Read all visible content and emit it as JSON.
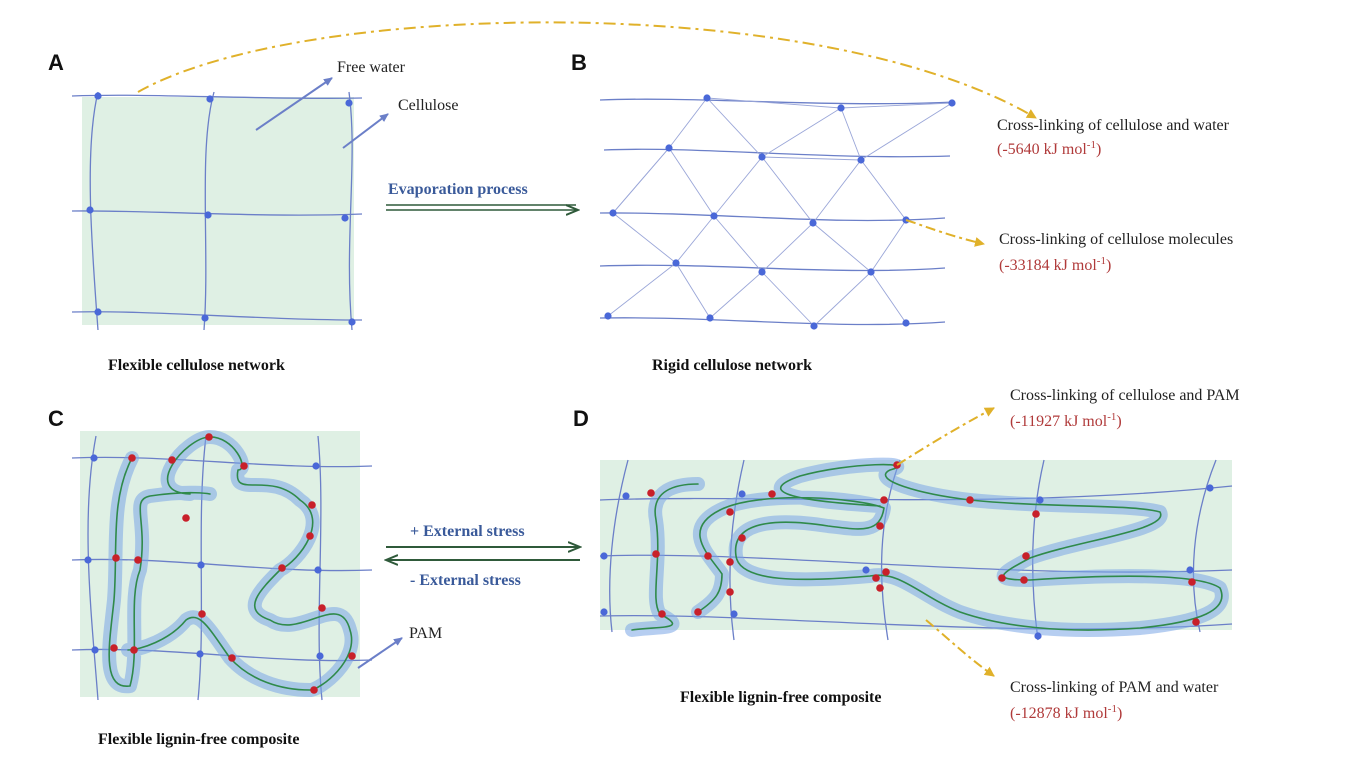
{
  "panels": {
    "a": {
      "letter": "A",
      "caption": "Flexible cellulose network",
      "label_free_water": "Free water",
      "label_cellulose": "Cellulose"
    },
    "b": {
      "letter": "B",
      "caption": "Rigid cellulose network",
      "label_cw": "Cross-linking of cellulose and water",
      "energy_cw_main": "(-5640 kJ mol",
      "energy_cw_sup": "-1",
      "energy_cw_end": ")",
      "label_cc": "Cross-linking of cellulose molecules",
      "energy_cc_main": "(-33184 kJ mol",
      "energy_cc_sup": "-1",
      "energy_cc_end": ")"
    },
    "c": {
      "letter": "C",
      "caption": "Flexible lignin-free composite",
      "label_pam": "PAM"
    },
    "d": {
      "letter": "D",
      "caption": "Flexible lignin-free composite",
      "label_cp": "Cross-linking of cellulose and PAM",
      "energy_cp_main": "(-11927 kJ mol",
      "energy_cp_sup": "-1",
      "energy_cp_end": ")",
      "label_pw": "Cross-linking of PAM and water",
      "energy_pw_main": "(-12878 kJ mol",
      "energy_pw_sup": "-1",
      "energy_pw_end": ")"
    }
  },
  "processes": {
    "evaporation": "Evaporation process",
    "plus_stress": "+ External stress",
    "minus_stress": "- External stress"
  },
  "colors": {
    "background_fill": "#dff0e4",
    "fiber": "#6b7fc8",
    "node_blue": "#4a68d8",
    "node_red": "#c8202a",
    "pam_glow": "#7aa6e6",
    "pam_core": "#2f8a4a",
    "process_arrow": "#2f5a3a",
    "dash_arrow": "#e0b12a",
    "energy_text": "#b03a3a",
    "process_text": "#3a5a9a"
  }
}
